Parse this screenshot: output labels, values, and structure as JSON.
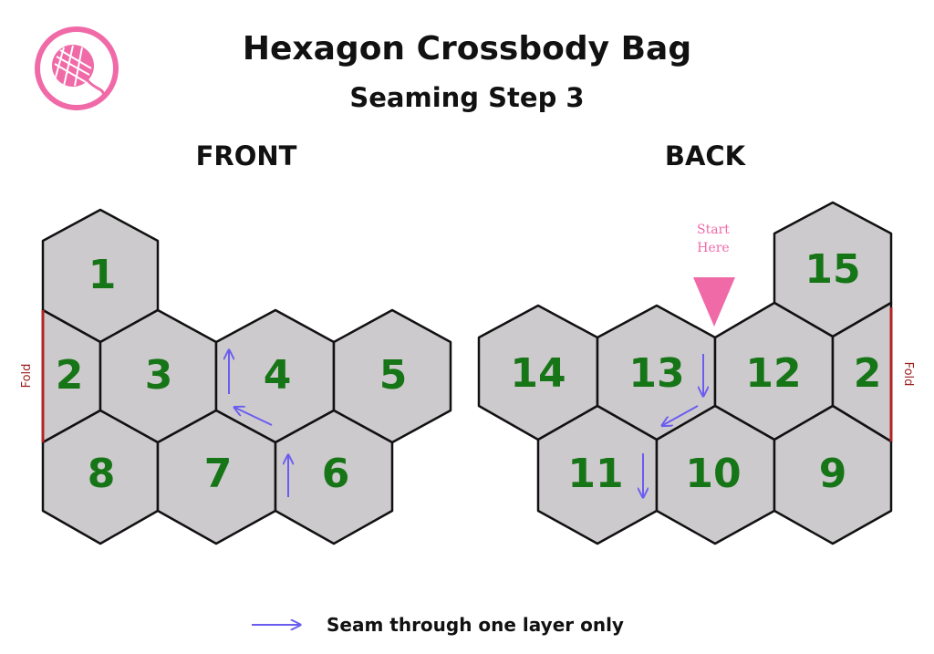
{
  "header": {
    "title": "Hexagon Crossbody Bag",
    "subtitle": "Seaming Step 3"
  },
  "logo": {
    "name": "yarn-ball-logo",
    "color": "#f06aa8"
  },
  "front": {
    "label": "FRONT",
    "fold_label": "Fold",
    "hexagons": [
      "1",
      "2",
      "3",
      "4",
      "5",
      "8",
      "7",
      "6"
    ]
  },
  "back": {
    "label": "BACK",
    "fold_label": "Fold",
    "start_label_line1": "Start",
    "start_label_line2": "Here",
    "hexagons": [
      "15",
      "14",
      "13",
      "12",
      "2",
      "11",
      "10",
      "9"
    ]
  },
  "legend": {
    "text": "Seam through one layer only"
  },
  "colors": {
    "hex_fill": "#cdcacd",
    "hex_stroke": "#111111",
    "number": "#167516",
    "arrow": "#6a5cf0",
    "fold_line": "#b32525",
    "accent_pink": "#f06aa8"
  }
}
